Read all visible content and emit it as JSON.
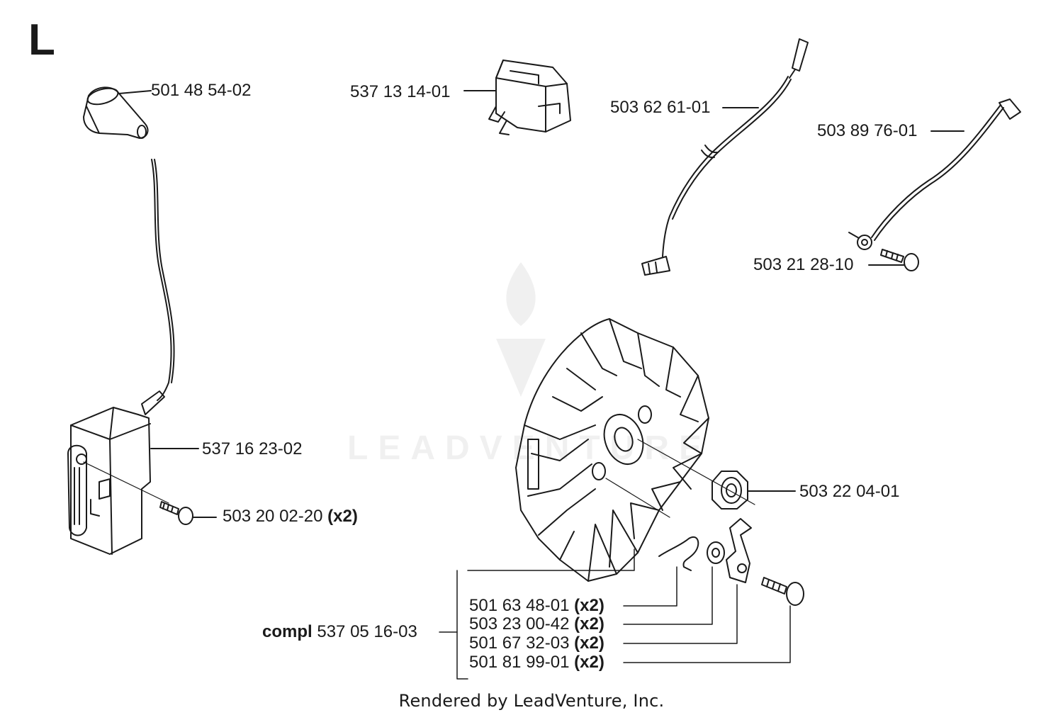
{
  "section_letter": "L",
  "parts": {
    "spark_plug_cap": "501 48 54-02",
    "switch": "537 13 14-01",
    "wire_short": "503 62 61-01",
    "wire_ground": "503 89 76-01",
    "screw_ground": "503 21 28-10",
    "ignition_module": "537 16 23-02",
    "module_screw": "503 20 02-20",
    "module_screw_qty": "(x2)",
    "flywheel_nut": "503 22 04-01",
    "kit_prefix": "compl",
    "kit_number": "537 05 16-03",
    "kit_items": [
      {
        "number": "501 63 48-01",
        "qty": "(x2)"
      },
      {
        "number": "503 23 00-42",
        "qty": "(x2)"
      },
      {
        "number": "501 67 32-03",
        "qty": "(x2)"
      },
      {
        "number": "501 81 99-01",
        "qty": "(x2)"
      }
    ]
  },
  "watermark": "LEADVENTURE",
  "footer": "Rendered by LeadVenture, Inc."
}
